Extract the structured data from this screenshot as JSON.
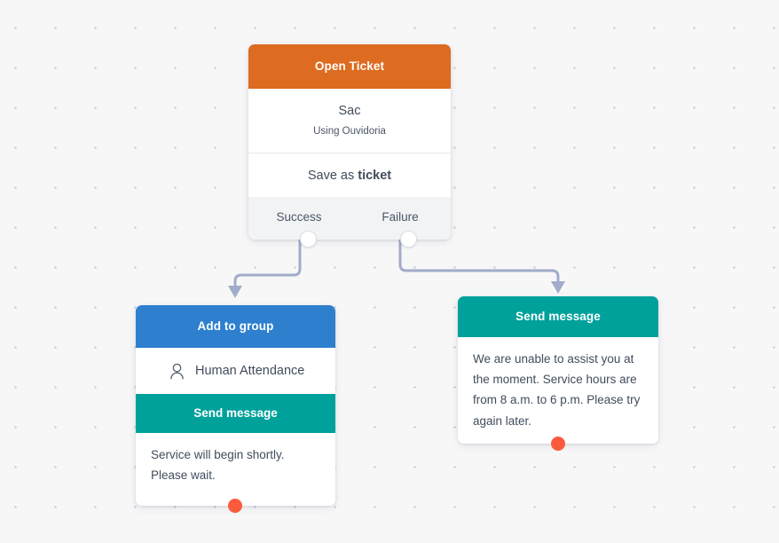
{
  "canvas": {
    "background_color": "#f7f7f8",
    "dot_color": "#d4d4dc",
    "dot_spacing": "45px"
  },
  "palette": {
    "orange": "#dd6b20",
    "blue": "#2e80ce",
    "teal": "#00a19b",
    "coral": "#fb5b3d",
    "edge": "#a1accb",
    "footer": "#f2f3f5",
    "text": "#414c5b"
  },
  "nodes": {
    "open_ticket": {
      "header": "Open Ticket",
      "queue_name": "Sac",
      "queue_subtitle": "Using Ouvidoria",
      "save_as_prefix": "Save as",
      "save_as_target": "ticket",
      "ports": [
        {
          "label": "Success",
          "name": "success"
        },
        {
          "label": "Failure",
          "name": "failure"
        }
      ]
    },
    "add_to_group": {
      "header": "Add to group",
      "group_label": "Human Attendance",
      "group_icon": "person-icon",
      "band": "Send message",
      "message": "Service will begin shortly. Please wait."
    },
    "send_message": {
      "header": "Send message",
      "message": "We are unable to assist you at the moment. Service hours are from 8 a.m. to 6 p.m. Please try again later."
    }
  },
  "edges": [
    {
      "name": "success-to-add-to-group",
      "from": "success",
      "to": "add_to_group"
    },
    {
      "name": "failure-to-send-message",
      "from": "failure",
      "to": "send_message"
    }
  ]
}
